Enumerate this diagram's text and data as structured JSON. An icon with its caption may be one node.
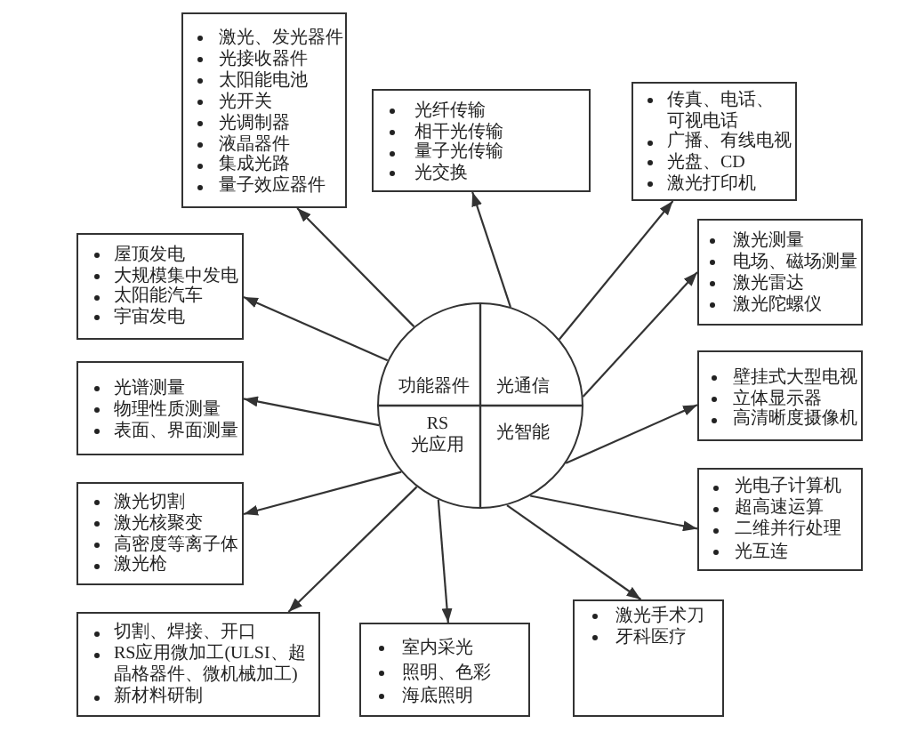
{
  "diagram": {
    "nodes": [
      {
        "text": [
          "功能器件",
          "光通信",
          "RS 光应用",
          "光智能"
        ]
      },
      {
        "text": [
          "激光、发光器件",
          "光接收器件",
          "太阳能电池",
          "光开关",
          "光调制器",
          "液晶器件",
          "集成光路",
          "量子效应器件"
        ]
      },
      {
        "text": [
          "光纤传输",
          "相干光传输",
          "量子光传输",
          "光交换"
        ]
      },
      {
        "text": [
          "传真、电话、可视电话",
          "广播、有线电视",
          "光盘、CD",
          "激光打印机"
        ]
      },
      {
        "text": [
          "屋顶发电",
          "大规模集中发电",
          "太阳能汽车",
          "宇宙发电"
        ]
      },
      {
        "text": [
          "激光测量",
          "电场、磁场测量",
          "激光雷达",
          "激光陀螺仪"
        ]
      },
      {
        "text": [
          "光谱测量",
          "物理性质测量",
          "表面、界面测量"
        ]
      },
      {
        "text": [
          "壁挂式大型电视",
          "立体显示器",
          "高清晰度摄像机"
        ]
      },
      {
        "text": [
          "激光切割",
          "激光核聚变",
          "高密度等离子体",
          "激光枪"
        ]
      },
      {
        "text": [
          "光电子计算机",
          "超高速运算",
          "二维并行处理",
          "光互连"
        ]
      },
      {
        "text": [
          "切割、焊接、开口",
          "RS应用微加工(ULSI、超晶格器件、微机械加工)",
          "新材料研制"
        ]
      },
      {
        "text": [
          "室内采光",
          "照明、色彩",
          "海底照明"
        ]
      },
      {
        "text": [
          "激光手术刀",
          "牙科医疗"
        ]
      }
    ],
    "edges": [
      {
        "from": 0,
        "to": 1,
        "arrow": "to"
      },
      {
        "from": 0,
        "to": 2,
        "arrow": "to"
      },
      {
        "from": 0,
        "to": 3,
        "arrow": "to"
      },
      {
        "from": 0,
        "to": 4,
        "arrow": "to"
      },
      {
        "from": 0,
        "to": 5,
        "arrow": "to"
      },
      {
        "from": 0,
        "to": 6,
        "arrow": "to"
      },
      {
        "from": 0,
        "to": 7,
        "arrow": "to"
      },
      {
        "from": 0,
        "to": 8,
        "arrow": "to"
      },
      {
        "from": 0,
        "to": 9,
        "arrow": "to"
      },
      {
        "from": 0,
        "to": 10,
        "arrow": "to"
      },
      {
        "from": 0,
        "to": 11,
        "arrow": "to"
      },
      {
        "from": 0,
        "to": 12,
        "arrow": "to"
      }
    ]
  }
}
